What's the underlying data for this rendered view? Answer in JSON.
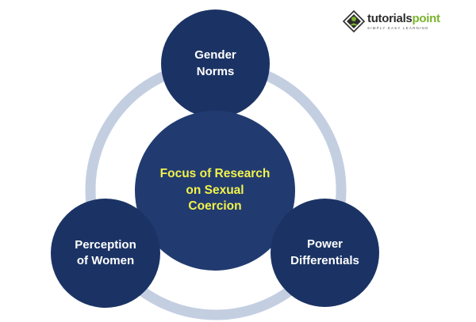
{
  "diagram": {
    "center": {
      "label": "Focus of Research\non Sexual\nCoercion"
    },
    "nodes": [
      {
        "label": "Gender\nNorms"
      },
      {
        "label": "Perception\nof Women"
      },
      {
        "label": "Power\nDifferentials"
      }
    ]
  },
  "logo": {
    "name_part1": "tutorials",
    "name_part2": "point",
    "tagline": "SIMPLY EASY LEARNING"
  },
  "colors": {
    "node_fill": "#1b3364",
    "center_fill": "#213b71",
    "ring": "#c3cfe1",
    "node_text": "#ffffff",
    "center_text": "#f2f24a",
    "logo_green": "#7ab32c",
    "logo_dark": "#2d2d2d"
  }
}
